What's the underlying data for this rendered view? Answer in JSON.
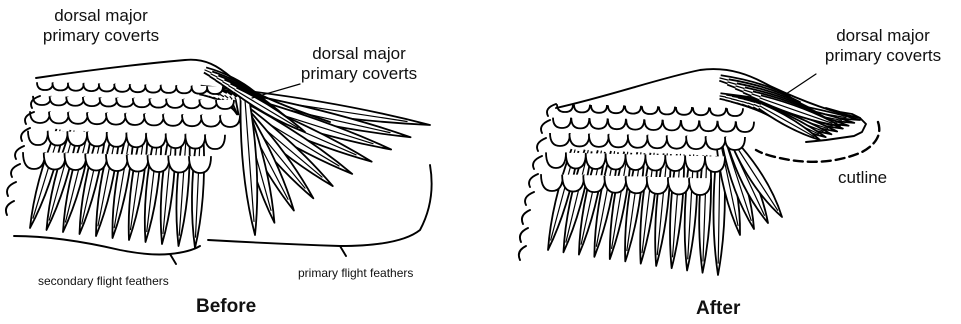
{
  "before": {
    "label_covert_top": "dorsal major\nprimary coverts",
    "label_covert_right": "dorsal major\nprimary coverts",
    "label_secondary": "secondary flight feathers",
    "label_primary": "primary flight feathers",
    "caption": "Before"
  },
  "after": {
    "label_covert": "dorsal major\nprimary coverts",
    "label_cutline": "cutline",
    "caption": "After"
  }
}
